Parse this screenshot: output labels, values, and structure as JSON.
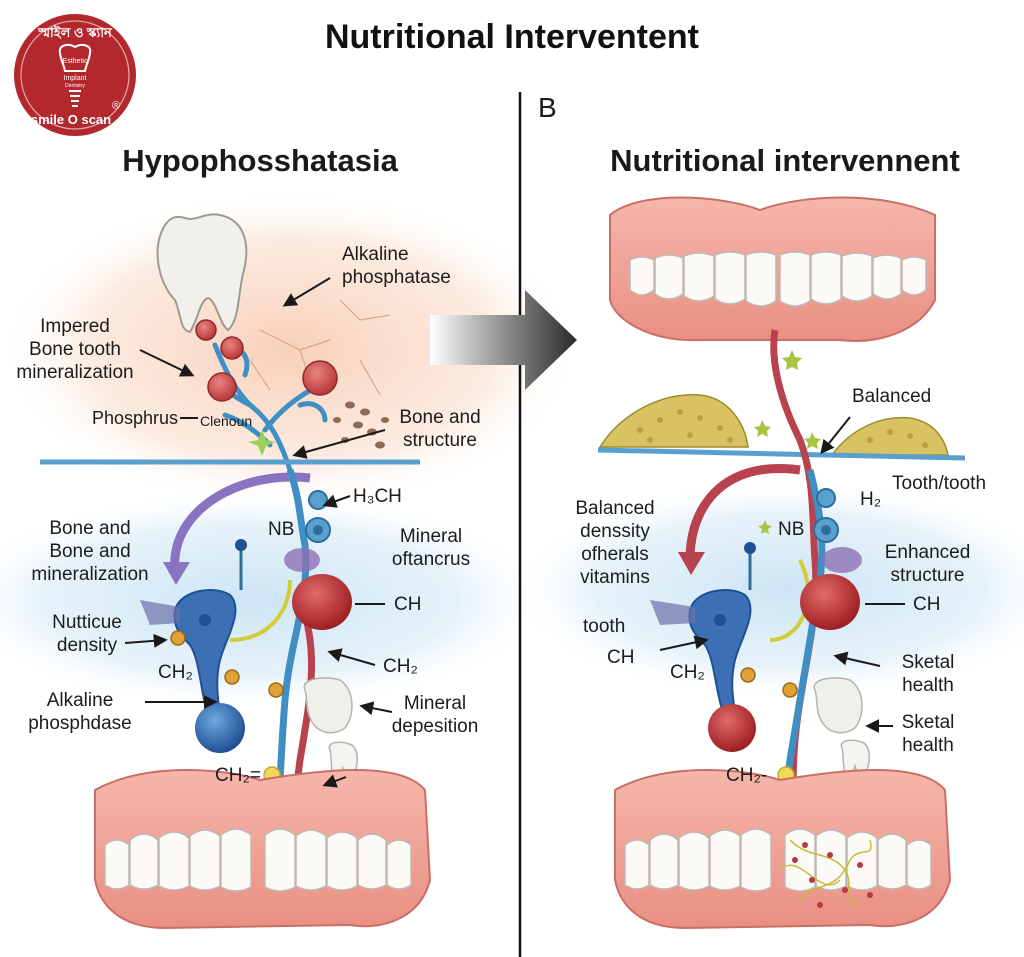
{
  "title": "Nutritional Interventent",
  "panel_b_label": "B",
  "logo": {
    "top_text": "স্মাইল ও স্ক্যান",
    "line1": "Esthetic",
    "line2": "Implant",
    "line3": "Dentistry",
    "bottom_text": "smile O scan",
    "registered": "®"
  },
  "left_panel": {
    "title": "Hypophosshatasia",
    "labels": {
      "alkaline_top": "Alkaline\nphosphatase",
      "impered": "Impered\nBone tooth\nmineralization",
      "phosphrus": "Phosphrus",
      "clenoun": "Clenoun",
      "bone_structure": "Bone and\nstructure",
      "h3ch": "H₃CH",
      "nb": "NB",
      "bone_bone": "Bone and\nBone and\nmineralization",
      "mineral_oft": "Mineral\noftancrus",
      "nutticue": "Nutticue\ndensity",
      "ch_right": "CH",
      "ch2_left": "CH₂",
      "ch2_right": "CH₂",
      "alkaline_bottom": "Alkaline\nphosphdase",
      "mineral_dep": "Mineral\ndepesition",
      "ch2_eq": "CH₂="
    }
  },
  "right_panel": {
    "title": "Nutritional intervennent",
    "labels": {
      "balanced_top": "Balanced",
      "tooth_tooth": "Tooth/tooth",
      "h2": "H₂",
      "nb": "NB",
      "balanced_density": "Balanced\ndenssity\nofherals\nvitamins",
      "enhanced": "Enhanced\nstructure",
      "ch_right": "CH",
      "tooth": "tooth",
      "ch_left": "CH",
      "ch2": "CH₂",
      "sketal1": "Sketal\nhealth",
      "sketal2": "Sketal\nhealth",
      "ch2_dash": "CH₂-"
    }
  },
  "colors": {
    "logo_red": "#b3282d",
    "gum_pink": "#f2a79c",
    "nerve_blue": "#3f8fc4",
    "vessel_red": "#b8434f",
    "glow_blue": "#d9ecf7",
    "glow_peach": "#fbe3d4",
    "grain_yellow": "#d8c262",
    "arrow_grey": "#555555"
  }
}
